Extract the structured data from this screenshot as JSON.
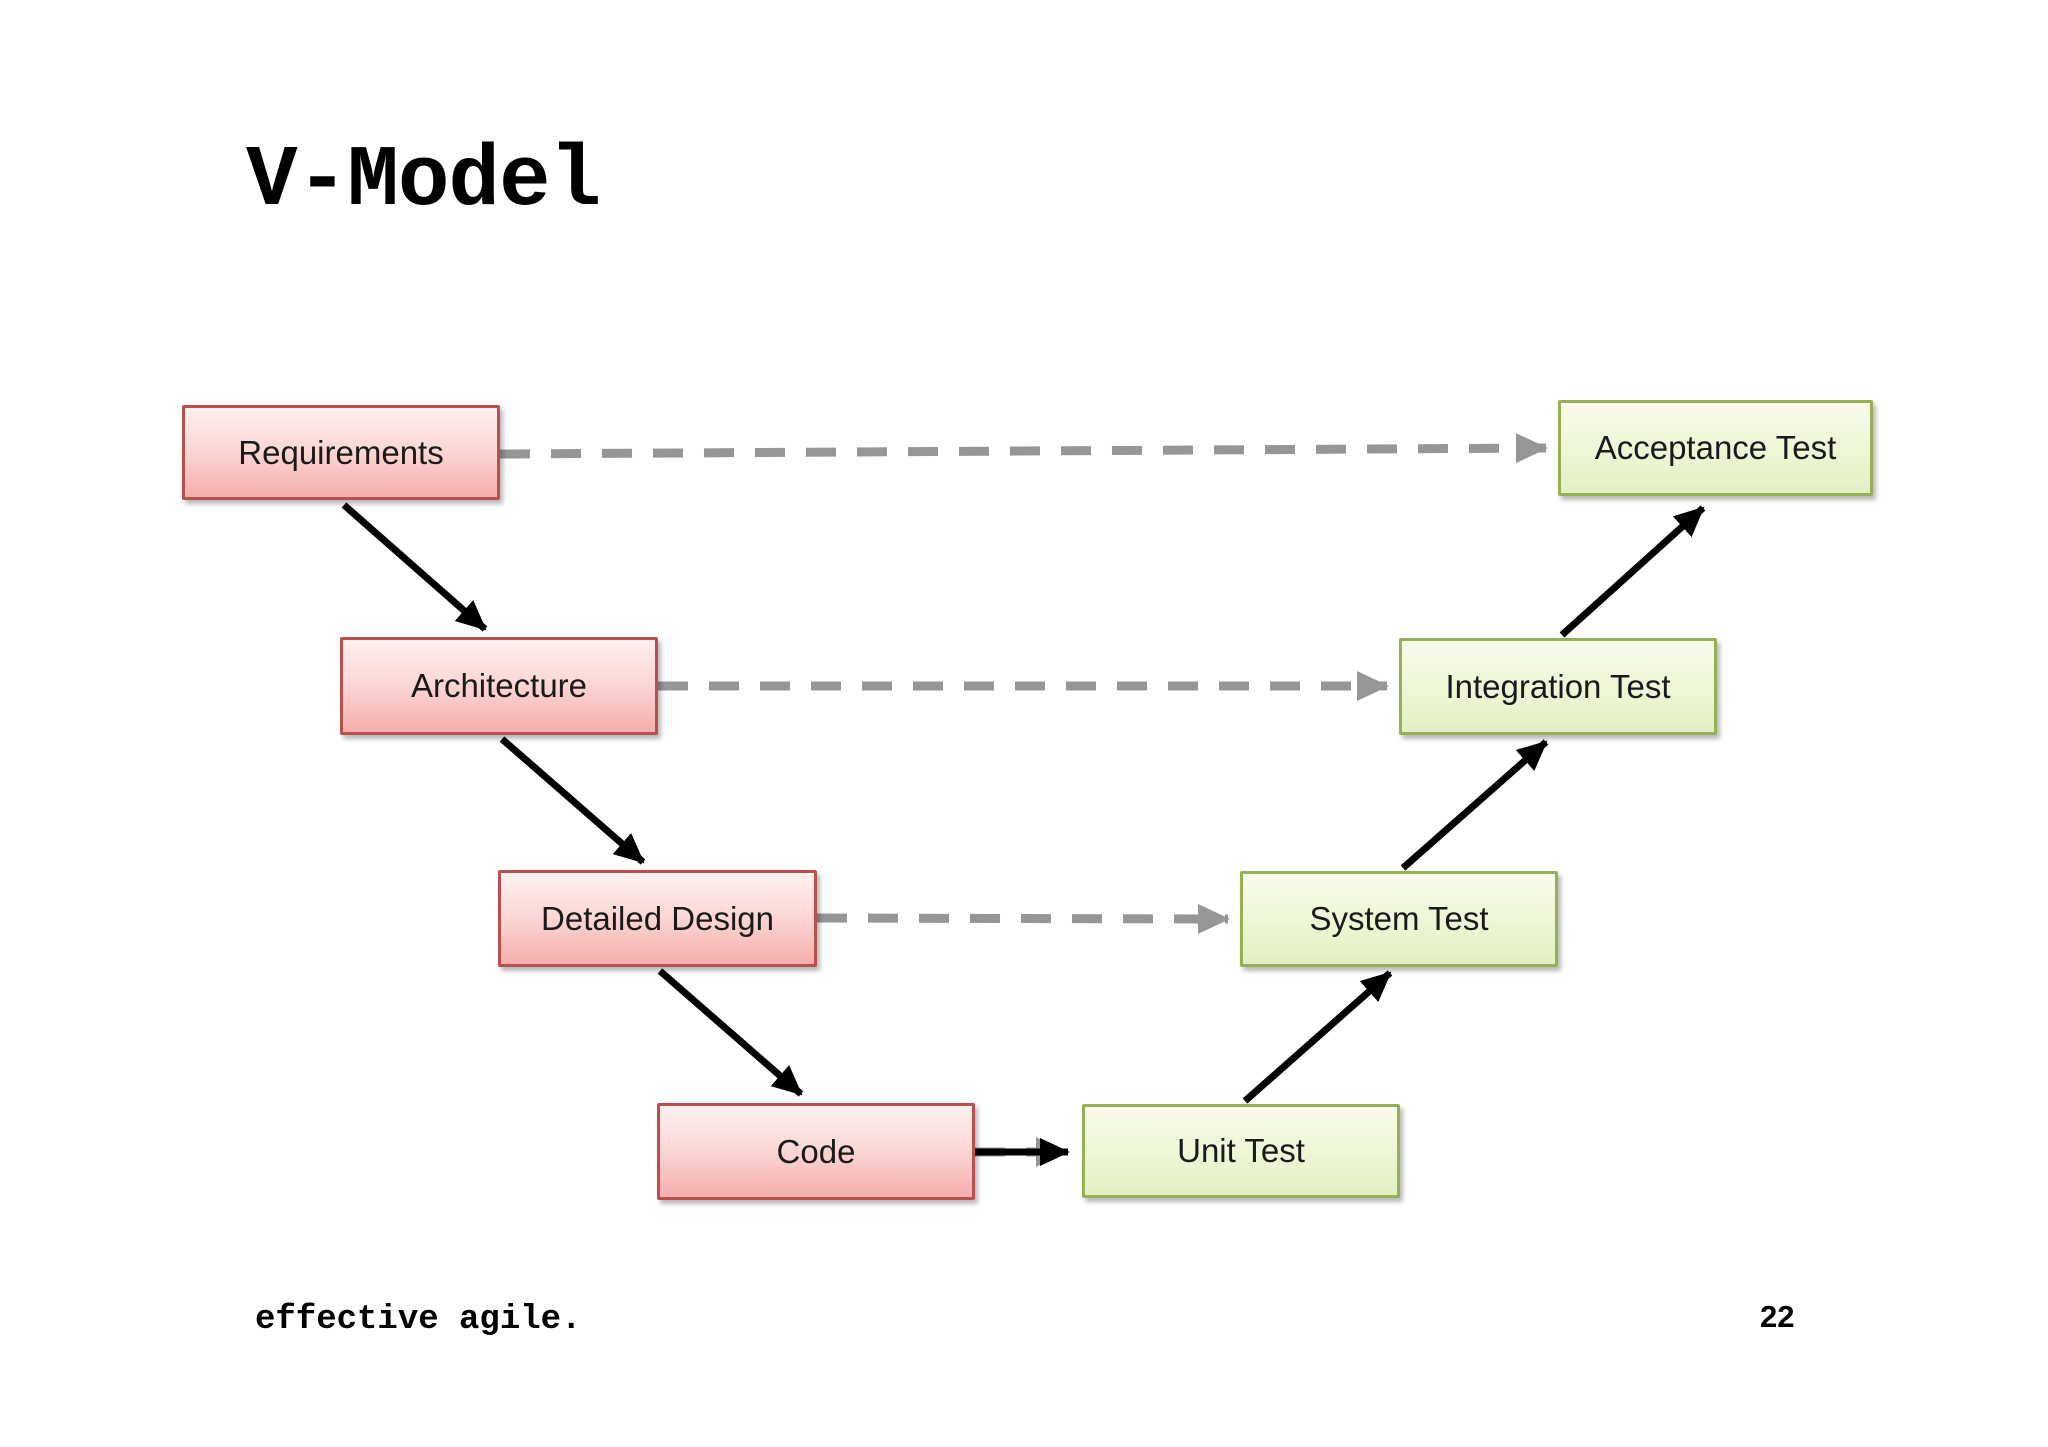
{
  "slide": {
    "title": "V-Model",
    "footer_brand": "effective agile.",
    "page_number": "22"
  },
  "diagram": {
    "type": "v-model-process-diagram",
    "development_phases": [
      {
        "label": "Requirements"
      },
      {
        "label": "Architecture"
      },
      {
        "label": "Detailed Design"
      },
      {
        "label": "Code"
      }
    ],
    "test_phases": [
      {
        "label": "Unit Test"
      },
      {
        "label": "System Test"
      },
      {
        "label": "Integration Test"
      },
      {
        "label": "Acceptance Test"
      }
    ],
    "connections": {
      "solid_sequence": [
        "Requirements → Architecture",
        "Architecture → Detailed Design",
        "Detailed Design → Code",
        "Code → Unit Test",
        "Unit Test → System Test",
        "System Test → Integration Test",
        "Integration Test → Acceptance Test"
      ],
      "dashed_verification_links": [
        "Requirements ⇢ Acceptance Test",
        "Architecture ⇢ Integration Test",
        "Detailed Design ⇢ System Test"
      ]
    },
    "colors": {
      "development_fill_top": "#fdf0ef",
      "development_fill_bottom": "#f5aeac",
      "development_border": "#b9504e",
      "test_fill_top": "#f8fcec",
      "test_fill_bottom": "#e3f0c2",
      "test_border": "#97b054",
      "solid_arrow": "#000000",
      "dashed_arrow": "#969696",
      "background": "#ffffff"
    }
  }
}
